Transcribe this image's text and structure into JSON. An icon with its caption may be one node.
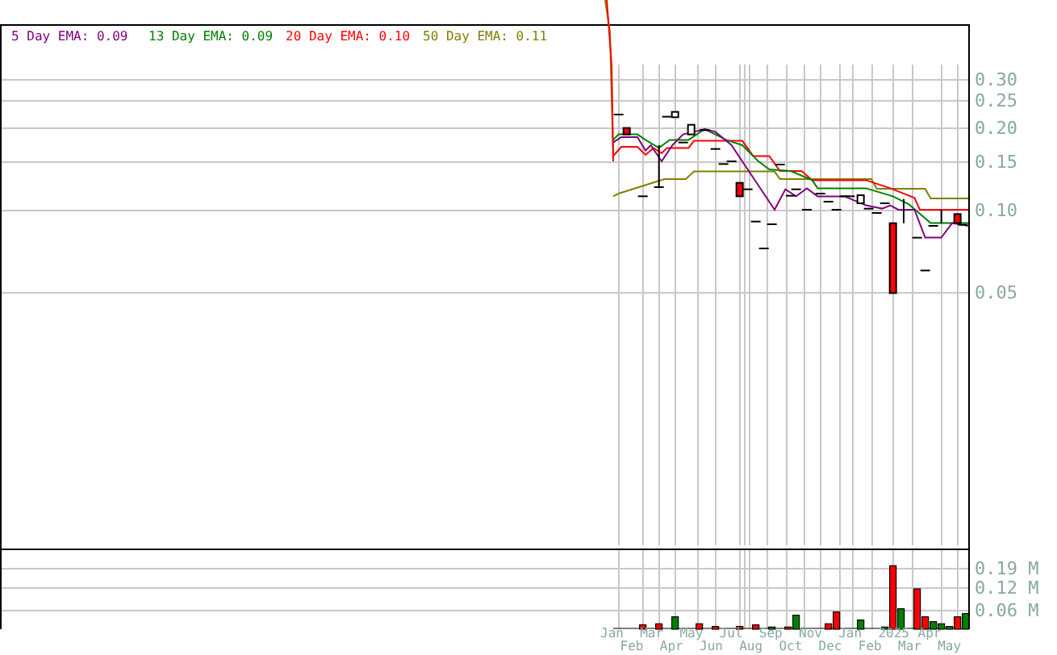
{
  "diagram": {
    "labels": [
      "5 Day EMA: 0.09",
      "13 Day EMA: 0.09",
      "20 Day EMA: 0.10",
      "50 Day EMA: 0.11",
      "0.30",
      "0.25",
      "0.20",
      "0.15",
      "0.10",
      "0.05",
      "0.19 M",
      "0.12 M",
      "0.06 M",
      "Jan",
      "Feb",
      "Mar",
      "Apr",
      "May",
      "Jun",
      "Jul",
      "Aug",
      "Sep",
      "Oct",
      "Nov",
      "Dec",
      "Jan",
      "Feb",
      "2025",
      "Mar",
      "Apr",
      "May"
    ]
  }
}
